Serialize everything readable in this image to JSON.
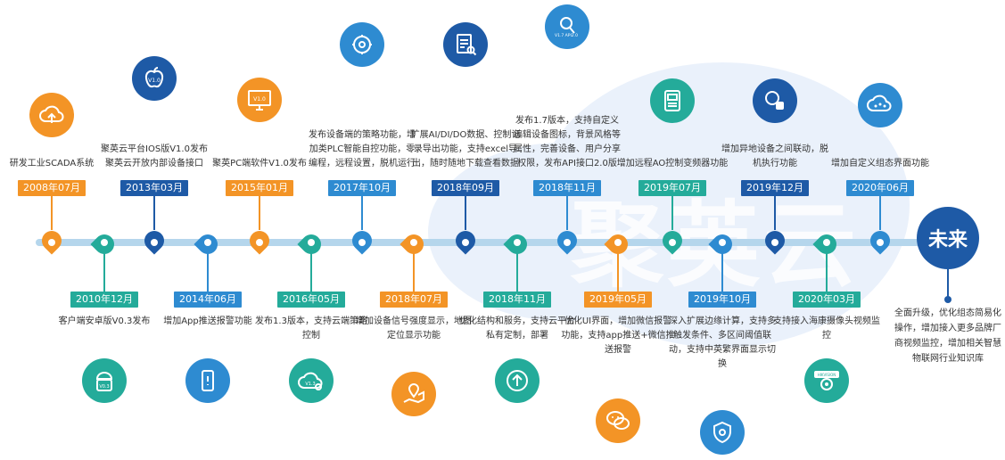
{
  "watermark": "聚英云",
  "future": {
    "label": "未来",
    "text": "全面升级，优化组态简易化操作，增加接入更多品牌厂商视频监控，增加相关智慧物联网行业知识库"
  },
  "milestones": [
    {
      "date": "2008年07月",
      "text": "研发工业SCADA系统",
      "color": "#f39426",
      "icon": "cloud-upload-icon"
    },
    {
      "date": "2010年12月",
      "text": "客户端安卓版V0.3发布",
      "color": "#24ab9a",
      "icon": "android-icon",
      "icon_label": "V0.3"
    },
    {
      "date": "2013年03月",
      "text": "聚英云平台IOS版V1.0发布聚英云开放内部设备接口",
      "color": "#1e5aa6",
      "icon": "apple-icon",
      "icon_label": "V1.0"
    },
    {
      "date": "2014年06月",
      "text": "增加App推送报警功能",
      "color": "#2e8bd1",
      "icon": "phone-alarm-icon"
    },
    {
      "date": "2015年01月",
      "text": "聚英PC端软件V1.0发布",
      "color": "#f39426",
      "icon": "monitor-icon",
      "icon_label": "V1.0"
    },
    {
      "date": "2016年05月",
      "text": "发布1.3版本，支持云端策略控制",
      "color": "#24ab9a",
      "icon": "cloud-gear-icon",
      "icon_label": "V1.3"
    },
    {
      "date": "2017年10月",
      "text": "发布设备端的策略功能，增加类PLC智能自控功能，零编程，远程设置，脱机运行",
      "color": "#2e8bd1",
      "icon": "gear-cycle-icon"
    },
    {
      "date": "2018年07月",
      "text": "增加设备信号强度显示，地图定位显示功能",
      "color": "#f39426",
      "icon": "map-pin-icon"
    },
    {
      "date": "2018年09月",
      "text": "扩展AI/DI/DO数据、控制记录导出功能，支持excel导出，随时随地下载查看数据",
      "color": "#1e5aa6",
      "icon": "document-search-icon"
    },
    {
      "date": "2018年11月",
      "text": "优化结构和服务，支持云平台私有定制，部署",
      "color": "#24ab9a",
      "icon": "upload-circle-icon"
    },
    {
      "date": "2018年11月",
      "text": "发布1.7版本，支持自定义编辑设备图标，背景风格等属性，完善设备、用户分享权限，发布API接口2.0版",
      "color": "#2e8bd1",
      "icon": "user-api-icon",
      "icon_label": "V1.7 API2.0"
    },
    {
      "date": "2019年05月",
      "text": "优化UI界面，增加微信报警功能，支持app推送+微信推送报警",
      "color": "#f39426",
      "icon": "wechat-icon"
    },
    {
      "date": "2019年07月",
      "text": "增加远程AO控制变频器功能",
      "color": "#24ab9a",
      "icon": "inverter-icon"
    },
    {
      "date": "2019年10月",
      "text": "深入扩展边缘计算，支持多触发条件、多区间阈值联动，支持中英繁界面显示切换",
      "color": "#2e8bd1",
      "icon": "shield-gear-icon"
    },
    {
      "date": "2019年12月",
      "text": "增加异地设备之间联动，脱机执行功能",
      "color": "#1e5aa6",
      "icon": "link-nodes-icon"
    },
    {
      "date": "2020年03月",
      "text": "支持接入海康摄像头视频监控",
      "color": "#24ab9a",
      "icon": "camera-icon",
      "icon_label": "HIKVISION"
    },
    {
      "date": "2020年06月",
      "text": "增加自定义组态界面功能",
      "color": "#2e8bd1",
      "icon": "network-cloud-icon"
    }
  ]
}
